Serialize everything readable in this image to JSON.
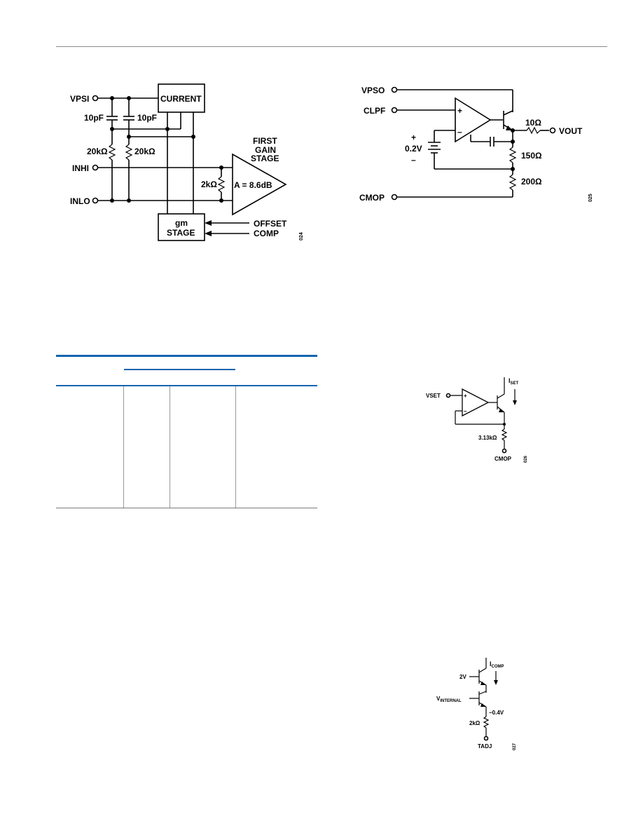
{
  "fig24": {
    "pins": {
      "vpsi": "VPSI",
      "inhi": "INHI",
      "inlo": "INLO"
    },
    "cap1": "10pF",
    "cap2": "10pF",
    "res1": "20kΩ",
    "res2": "20kΩ",
    "res3": "2kΩ",
    "current_box": "CURRENT",
    "gm_line1": "gm",
    "gm_line2": "STAGE",
    "gain_label_1": "FIRST",
    "gain_label_2": "GAIN",
    "gain_label_3": "STAGE",
    "gain_value": "A = 8.6dB",
    "offset_1": "OFFSET",
    "offset_2": "COMP",
    "fig_code": "024"
  },
  "fig25": {
    "pins": {
      "vpso": "VPSO",
      "clpf": "CLPF",
      "cmop": "CMOP",
      "vout": "VOUT"
    },
    "plus": "+",
    "minus": "–",
    "opamp_plus": "+",
    "opamp_minus": "–",
    "voltage": "0.2V",
    "res_10": "10Ω",
    "res_150": "150Ω",
    "res_200": "200Ω",
    "fig_code": "025"
  },
  "fig26": {
    "vset": "VSET",
    "iset_main": "I",
    "iset_sub": "SET",
    "res": "3.13kΩ",
    "cmop": "CMOP",
    "opamp_plus": "+",
    "opamp_minus": "–",
    "fig_code": "026"
  },
  "fig27": {
    "v2": "2V",
    "icomp_main": "I",
    "icomp_sub": "COMP",
    "vint_main": "V",
    "vint_sub": "INTERNAL",
    "volt": "~0.4V",
    "res": "2kΩ",
    "tadj": "TADJ",
    "fig_code": "027"
  }
}
